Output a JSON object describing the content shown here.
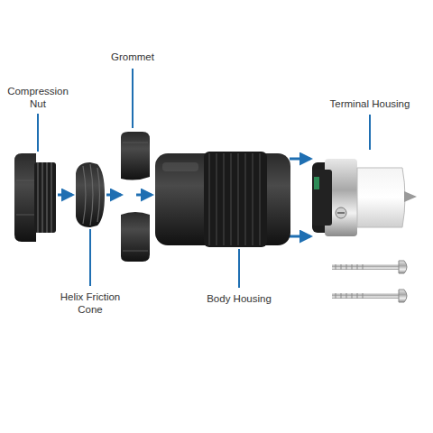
{
  "diagram": {
    "labels": [
      "Compression Nut",
      "Grommet",
      "Terminal Housing",
      "Helix Friction Cone",
      "Body Housing"
    ]
  }
}
